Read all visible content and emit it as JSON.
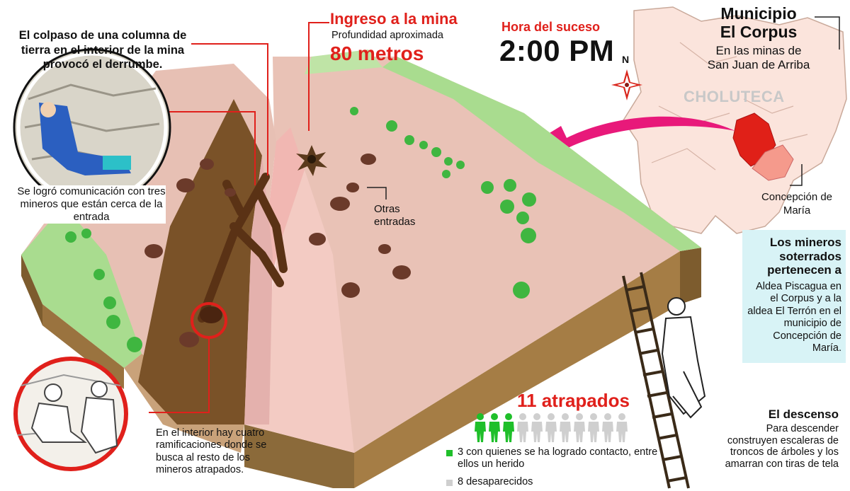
{
  "callouts": {
    "collapse": "El colpaso de una columna de tierra en el interior de la mina provocó el derrumbe.",
    "communication": "Se logró comunicación con tres mineros que están cerca de la entrada",
    "interior": "En el interior hay cuatro ramificaciones donde se busca al resto de los mineros atrapados.",
    "other_entrances": "Otras entradas"
  },
  "mine_entry": {
    "title": "Ingreso a la mina",
    "depth_label": "Profundidad aproximada",
    "depth_value": "80 metros"
  },
  "time": {
    "label": "Hora del suceso",
    "value": "2:00 PM"
  },
  "location": {
    "municipality_title": "Municipio",
    "municipality_name": "El Corpus",
    "mines_line1": "En las minas de",
    "mines_line2": "San Juan de Arriba",
    "department": "CHOLUTECA",
    "concepcion": "Concepción de María",
    "compass_north": "N"
  },
  "belonging": {
    "title": "Los mineros soterrados pertenecen a",
    "text": "Aldea Piscagua en el Corpus y a la aldea El Terrón en el municipio de Concepción de María."
  },
  "trapped": {
    "title": "11 atrapados",
    "total": 11,
    "contacted": 3,
    "legend_contacted": "3 con quienes se ha logrado contacto, entre ellos un herido",
    "legend_missing": "8 desaparecidos"
  },
  "descent": {
    "title": "El descenso",
    "text": "Para descender construyen escaleras de troncos de árboles y los amarran con tiras de tela"
  },
  "colors": {
    "accent_red": "#e0201b",
    "contacted_green": "#1fbf2a",
    "missing_gray": "#cfcfcf",
    "info_box": "#d8f3f6"
  },
  "icons": [
    "compass-icon",
    "person-icon",
    "ladder-icon",
    "tree-icon",
    "rock-icon",
    "arrow-icon"
  ]
}
